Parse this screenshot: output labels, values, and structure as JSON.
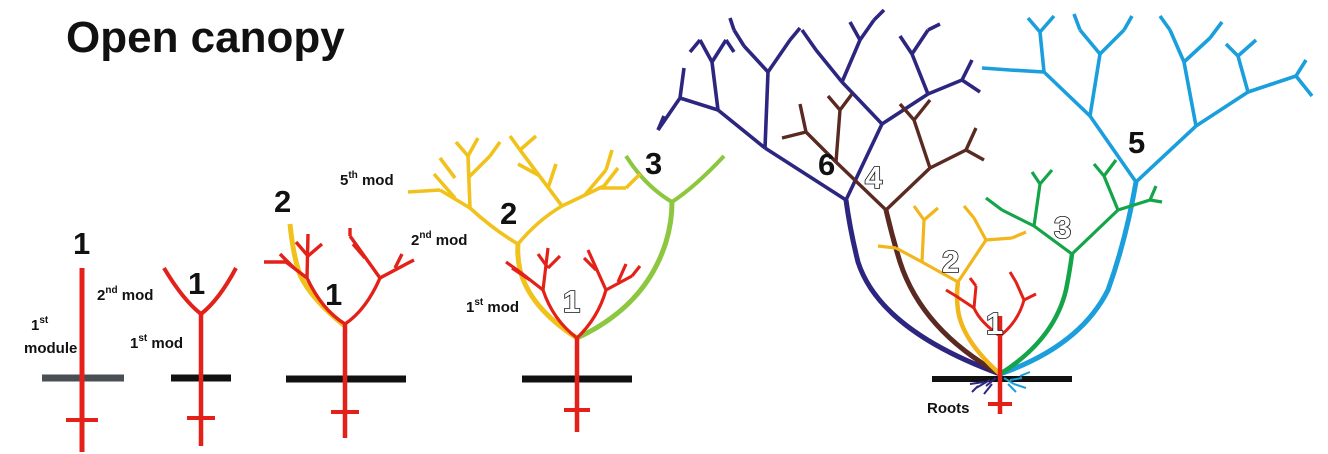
{
  "title": "Open canopy",
  "labels": {
    "module_1st_top": "1",
    "module_1st_sup": "st",
    "module_1st_bottom": "module",
    "mod2_num": "2",
    "mod2_sup": "nd",
    "mod2_word": " mod",
    "mod1_num": "1",
    "mod1_sup": "st",
    "mod1_word": " mod",
    "mod5_num": "5",
    "mod5_sup": "th",
    "mod5_word": " mod",
    "roots": "Roots"
  },
  "numbers": {
    "s1_n1": "1",
    "s2_n1": "1",
    "s3_n1": "1",
    "s3_n2": "2",
    "s4_n1": "1",
    "s4_n2": "2",
    "s4_n3": "3",
    "s5_n1": "1",
    "s5_n2": "2",
    "s5_n3": "3",
    "s5_n4": "4",
    "s5_n5": "5",
    "s5_n6": "6"
  },
  "colors": {
    "module1": "#e32119",
    "module2": "#f2c21c",
    "module3": "#8dc63f",
    "module3_final": "#13a548",
    "module4": "#5a2a22",
    "module5": "#1a9fdc",
    "module6": "#2c2680",
    "ground": "#111111",
    "ground_first": "#4a4e55"
  }
}
